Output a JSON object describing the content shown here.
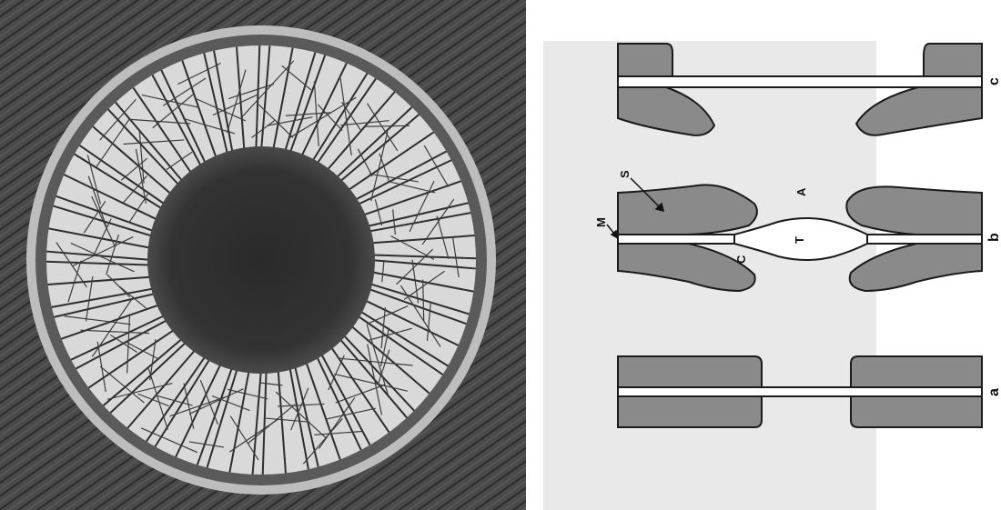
{
  "figure": {
    "photo": {
      "description_icon": "cross-section-photo"
    },
    "diagram": {
      "panel_labels": [
        "a",
        "b",
        "c"
      ],
      "part_labels": {
        "M": "M",
        "S": "S",
        "A": "A",
        "T": "T",
        "C": "C"
      }
    },
    "colors": {
      "tissue_fill": "#8a8a8a",
      "outline": "#1a1a1a",
      "background_panel": "#e9e9e9",
      "photo_dark": "#3a3a3a"
    }
  }
}
